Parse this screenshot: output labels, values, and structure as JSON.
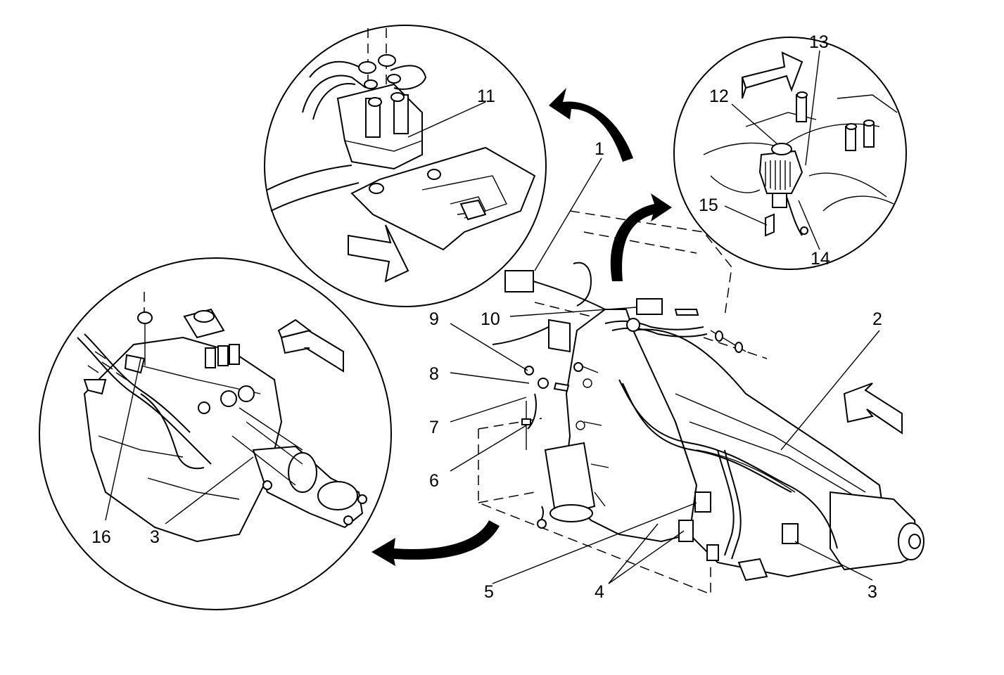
{
  "callouts": {
    "c1": "1",
    "c2": "2",
    "c3a": "3",
    "c3b": "3",
    "c4": "4",
    "c5": "5",
    "c6": "6",
    "c7": "7",
    "c8": "8",
    "c9": "9",
    "c10": "10",
    "c11": "11",
    "c12": "12",
    "c13": "13",
    "c14": "14",
    "c15": "15",
    "c16": "16"
  },
  "colors": {
    "ink": "#000000",
    "paper": "#ffffff"
  },
  "icons": {
    "view_arrows": "direction-of-view-arrow",
    "curved_arrows": "detail-reference-arrow"
  }
}
